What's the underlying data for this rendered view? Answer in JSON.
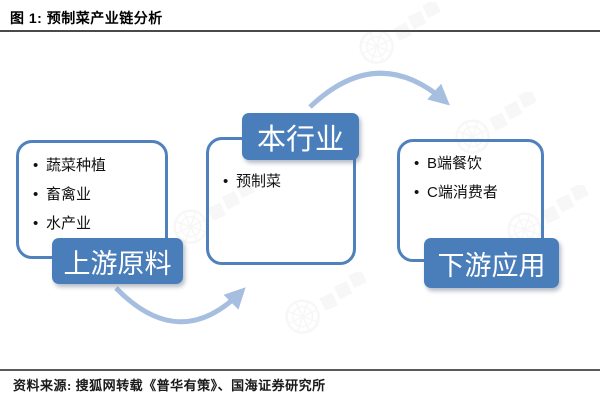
{
  "figure": {
    "title": "图 1:  预制菜产业链分析",
    "source": "资料来源:  搜狐网转载《普华有策》、国海证券研究所"
  },
  "diagram": {
    "nodes": {
      "upstream": {
        "label": "上游原料",
        "items": [
          "蔬菜种植",
          "畜禽业",
          "水产业"
        ]
      },
      "industry": {
        "label": "本行业",
        "items": [
          "预制菜"
        ]
      },
      "downstream": {
        "label": "下游应用",
        "items": [
          "B端餐饮",
          "C端消费者"
        ]
      }
    },
    "flows": [
      {
        "from": "上游原料",
        "to": "本行业"
      },
      {
        "from": "本行业",
        "to": "下游应用"
      }
    ],
    "colors": {
      "label_bg": "#4a7ebb",
      "box_border": "#4f81bd",
      "arrow": "#a6bedf"
    }
  }
}
